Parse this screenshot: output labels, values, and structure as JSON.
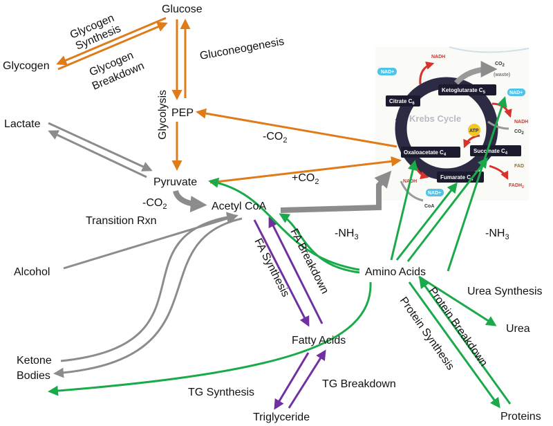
{
  "nodes": {
    "glucose": "Glucose",
    "glycogen": "Glycogen",
    "pep": "PEP",
    "lactate": "Lactate",
    "pyruvate": "Pyruvate",
    "acetyl_coa": "Acetyl CoA",
    "alcohol": "Alcohol",
    "ketone_bodies_1": "Ketone",
    "ketone_bodies_2": "Bodies",
    "fatty_acids": "Fatty Acids",
    "triglyceride": "Triglyceride",
    "amino_acids": "Amino Acids",
    "urea": "Urea",
    "proteins": "Proteins"
  },
  "processes": {
    "glycogen_synthesis_1": "Glycogen",
    "glycogen_synthesis_2": "Synthesis",
    "glycogen_breakdown_1": "Glycogen",
    "glycogen_breakdown_2": "Breakdown",
    "gluconeogenesis": "Gluconeogenesis",
    "glycolysis": "Glycolysis",
    "minus_co2_pep": "-CO",
    "plus_co2": "+CO",
    "minus_co2_transition": "-CO",
    "co2_subscript": "2",
    "transition_rxn": "Transition Rxn",
    "minus_nh3_left": "-NH",
    "minus_nh3_right": "-NH",
    "nh3_subscript": "3",
    "fa_synthesis": "FA Synthesis",
    "fa_breakdown": "FA Breakdown",
    "tg_synthesis": "TG Synthesis",
    "tg_breakdown": "TG Breakdown",
    "urea_synthesis": "Urea Synthesis",
    "protein_breakdown": "Protein Breakdown",
    "protein_synthesis": "Protein Synthesis"
  },
  "krebs": {
    "title": "Krebs Cycle",
    "citrate": "Citrate C",
    "citrate_sub": "6",
    "ketoglutarate": "Ketoglutarate C",
    "ketoglutarate_sub": "5",
    "oxaloacetate": "Oxaloacetate C",
    "oxaloacetate_sub": "4",
    "succinate": "Succinate C",
    "succinate_sub": "4",
    "fumarate": "Fumarate C",
    "fumarate_sub": "4",
    "nadh": "NADH",
    "nad_plus": "NAD+",
    "co2_waste": "CO",
    "co2_waste_sub": "2",
    "waste": "(waste)",
    "co2": "CO",
    "co2_sub": "2",
    "atp": "ATP",
    "fad": "FAD",
    "fadh": "FADH",
    "fadh_sub": "2",
    "coa": "CoA"
  },
  "colors": {
    "orange": "#e07b1a",
    "gray": "#8c8c8c",
    "green": "#1aaa4a",
    "purple": "#7030a0",
    "krebs_ring": "#2d2b44",
    "krebs_box": "#1b1a2e",
    "nadh_red": "#d8322d",
    "nad_cyan": "#4fc3e8"
  }
}
